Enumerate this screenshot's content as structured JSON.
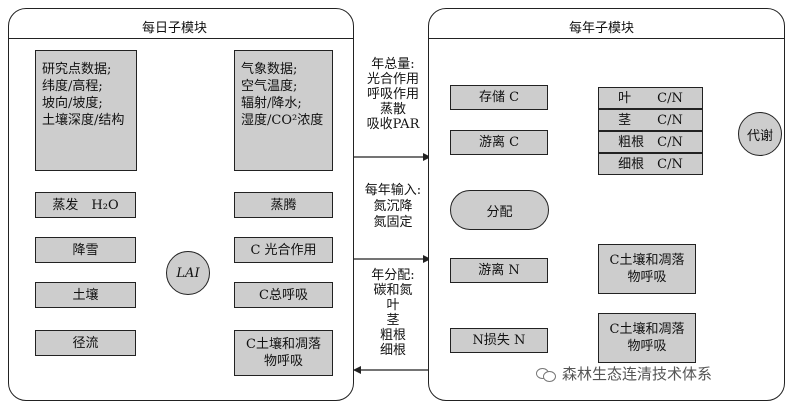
{
  "daily": {
    "title": "每日子模块",
    "site_data": [
      "研究点数据;",
      "纬度/高程;",
      "坡向/坡度;",
      "土壤深度/结构"
    ],
    "weather_data": [
      "气象数据;",
      "空气温度;",
      "辐射/降水;",
      "湿度/CO²浓度"
    ],
    "water": {
      "evaporation": "蒸发　H₂O",
      "snowfall": "降雪",
      "soil": "土壤",
      "runoff": "径流"
    },
    "lai": "LAI",
    "outputs": {
      "transpiration": "蒸腾",
      "photosynthesis": "C 光合作用",
      "total_respiration": "C总呼吸",
      "soil_litter_respiration": "C土壤和凋落物呼吸"
    }
  },
  "middle": {
    "annual_totals": [
      "年总量:",
      "光合作用",
      "呼吸作用",
      "蒸散",
      "吸收PAR"
    ],
    "annual_inputs": [
      "每年输入:",
      "氮沉降",
      "氮固定"
    ],
    "annual_allocation": [
      "年分配:",
      "碳和氮",
      "叶",
      "茎",
      "粗根",
      "细根"
    ]
  },
  "annual": {
    "title": "每年子模块",
    "stored_c": "存储 C",
    "labile_c": "游离 C",
    "allocation": "分配",
    "labile_n": "游离 N",
    "n_loss": "N损失 N",
    "organs": [
      "叶　　C/N",
      "茎　　C/N",
      "粗根　C/N",
      "细根　C/N"
    ],
    "metabolism": "代谢",
    "soil_resp_1": "C土壤和凋落物呼吸",
    "soil_resp_2": "C土壤和凋落物呼吸"
  },
  "watermark": "森林生态连清技术体系"
}
